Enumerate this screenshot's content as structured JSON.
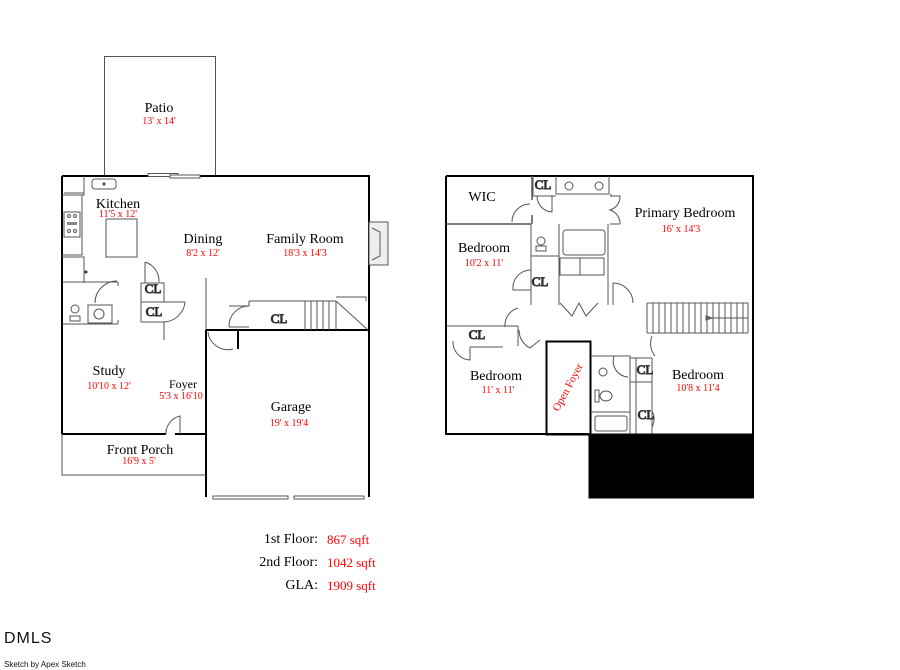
{
  "floor1": {
    "rooms": {
      "patio": {
        "name": "Patio",
        "dim": "13' x 14'"
      },
      "kitchen": {
        "name": "Kitchen",
        "dim": "11'5 x 12'"
      },
      "dining": {
        "name": "Dining",
        "dim": "8'2 x 12'"
      },
      "family_room": {
        "name": "Family Room",
        "dim": "18'3 x 14'3"
      },
      "study": {
        "name": "Study",
        "dim": "10'10 x 12'"
      },
      "foyer": {
        "name": "Foyer",
        "dim": "5'3 x 16'10"
      },
      "garage": {
        "name": "Garage",
        "dim": "19' x 19'4"
      },
      "front_porch": {
        "name": "Front Porch",
        "dim": "16'9 x 5'"
      }
    },
    "closets": [
      "CL",
      "CL",
      "CL"
    ]
  },
  "floor2": {
    "rooms": {
      "wic": {
        "name": "WIC"
      },
      "primary_bedroom": {
        "name": "Primary Bedroom",
        "dim": "16' x 14'3"
      },
      "bedroom_a": {
        "name": "Bedroom",
        "dim": "10'2 x 11'"
      },
      "bedroom_b": {
        "name": "Bedroom",
        "dim": "11' x 11'"
      },
      "bedroom_c": {
        "name": "Bedroom",
        "dim": "10'8 x 11'4"
      },
      "open_foyer": {
        "name": "Open Foyer"
      }
    },
    "closets": [
      "CL",
      "CL",
      "CL",
      "CL",
      "CL"
    ]
  },
  "summary": [
    {
      "label": "1st Floor:",
      "value": "867 sqft"
    },
    {
      "label": "2nd Floor:",
      "value": "1042 sqft"
    },
    {
      "label": "GLA:",
      "value": "1909 sqft"
    }
  ],
  "branding": {
    "logo": "DMLS",
    "credit": "Sketch by Apex Sketch"
  },
  "colors": {
    "wall": "#000000",
    "dimension_text": "#ff0000",
    "fixture": "#555555"
  }
}
